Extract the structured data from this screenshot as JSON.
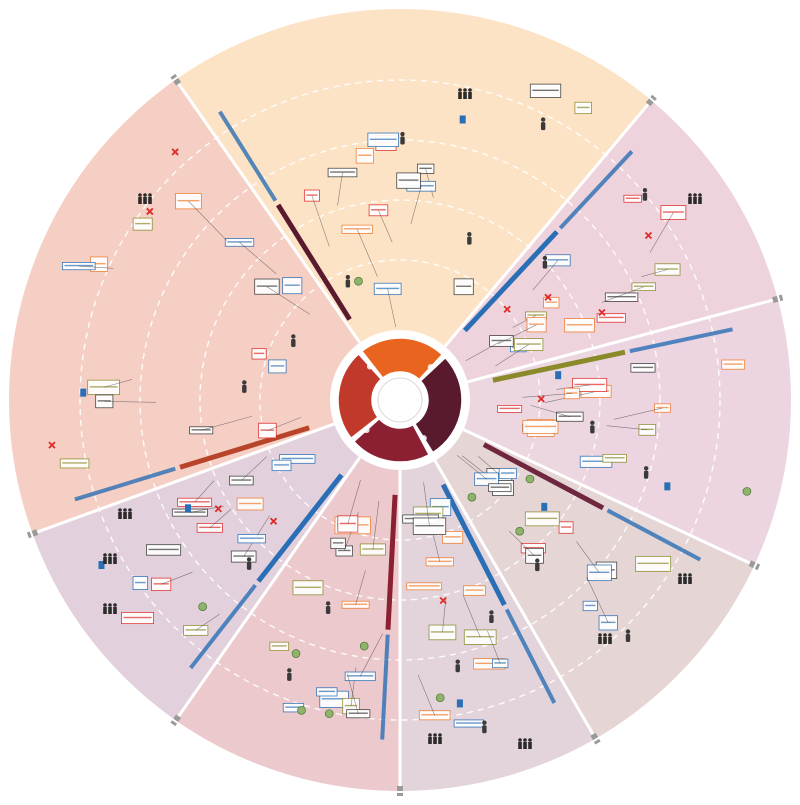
{
  "diagram": {
    "center_labels": [
      "",
      "",
      "",
      ""
    ],
    "hub_colors": [
      "#e8641f",
      "#5a1a2e",
      "#8a2032",
      "#c0392b"
    ],
    "sectors": [
      {
        "id": "top",
        "fill": "#fde3c6",
        "line": "#c7641f"
      },
      {
        "id": "upper-right",
        "fill": "#eed2dc",
        "line": "#6f2740"
      },
      {
        "id": "right",
        "fill": "#ecd6e0",
        "line": "#6f2740"
      },
      {
        "id": "lower-right",
        "fill": "#e6d5d5",
        "line": "#7c2d3a"
      },
      {
        "id": "bottom",
        "fill": "#e2d4da",
        "line": "#7c2d3a"
      },
      {
        "id": "lower-left",
        "fill": "#ecc9cc",
        "line": "#8a2032"
      },
      {
        "id": "left",
        "fill": "#e2d1dc",
        "line": "#8a2032"
      },
      {
        "id": "upper-left",
        "fill": "#f6cfc4",
        "line": "#b8452a"
      }
    ],
    "divider_color": "#9a9a9a",
    "accent_colors": {
      "blue": "#2a6fb5",
      "orange": "#f07a2a",
      "red": "#e02a2a",
      "dark": "#3a3a3a",
      "olive": "#8a8a2a"
    },
    "icons": [
      "person-icon",
      "group-icon",
      "document-icon",
      "warning-icon",
      "building-icon",
      "globe-icon"
    ]
  }
}
